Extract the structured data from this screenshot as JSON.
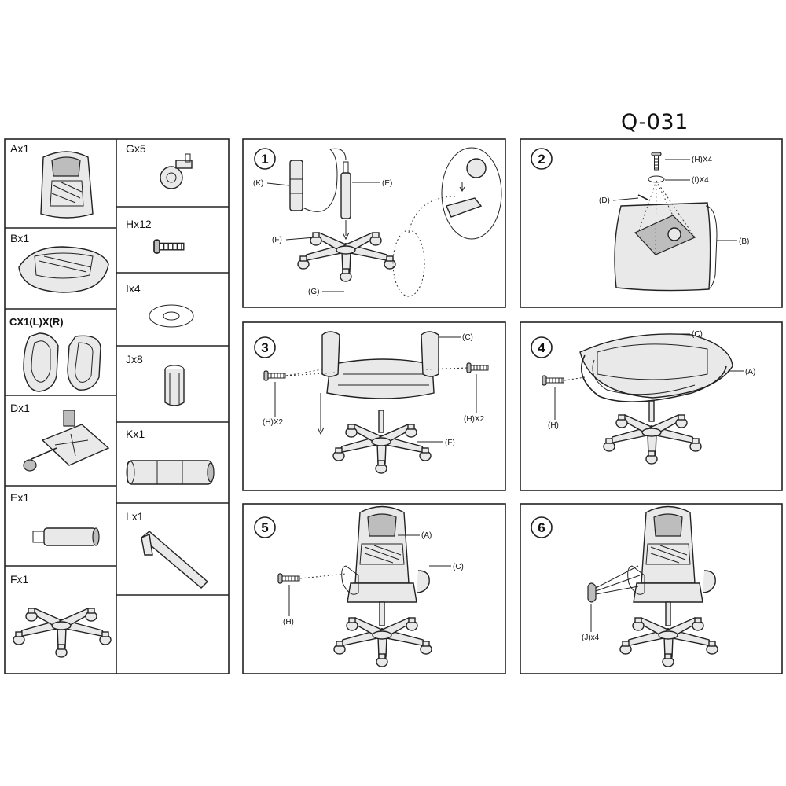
{
  "model": "Q-031",
  "parts": [
    {
      "label": "Ax1",
      "name": "backrest"
    },
    {
      "label": "Bx1",
      "name": "seat"
    },
    {
      "label": "CX1(L)X(R)",
      "name": "armrests"
    },
    {
      "label": "Dx1",
      "name": "mechanism"
    },
    {
      "label": "Ex1",
      "name": "gas-lift"
    },
    {
      "label": "Fx1",
      "name": "base"
    },
    {
      "label": "Gx5",
      "name": "casters"
    },
    {
      "label": "Hx12",
      "name": "bolts"
    },
    {
      "label": "Ix4",
      "name": "washers"
    },
    {
      "label": "Jx8",
      "name": "caps"
    },
    {
      "label": "Kx1",
      "name": "cover"
    },
    {
      "label": "Lx1",
      "name": "allen-key"
    }
  ],
  "steps": [
    {
      "number": "1",
      "callouts": [
        "(K)",
        "(E)",
        "(F)",
        "(G)"
      ]
    },
    {
      "number": "2",
      "callouts": [
        "(H)X4",
        "(I)X4",
        "(D)",
        "(B)"
      ]
    },
    {
      "number": "3",
      "callouts": [
        "(C)",
        "(H)X2",
        "(H)X2",
        "(F)"
      ]
    },
    {
      "number": "4",
      "callouts": [
        "(C)",
        "(A)",
        "(H)"
      ]
    },
    {
      "number": "5",
      "callouts": [
        "(A)",
        "(C)",
        "(H)"
      ]
    },
    {
      "number": "6",
      "callouts": [
        "(J)x4"
      ]
    }
  ]
}
